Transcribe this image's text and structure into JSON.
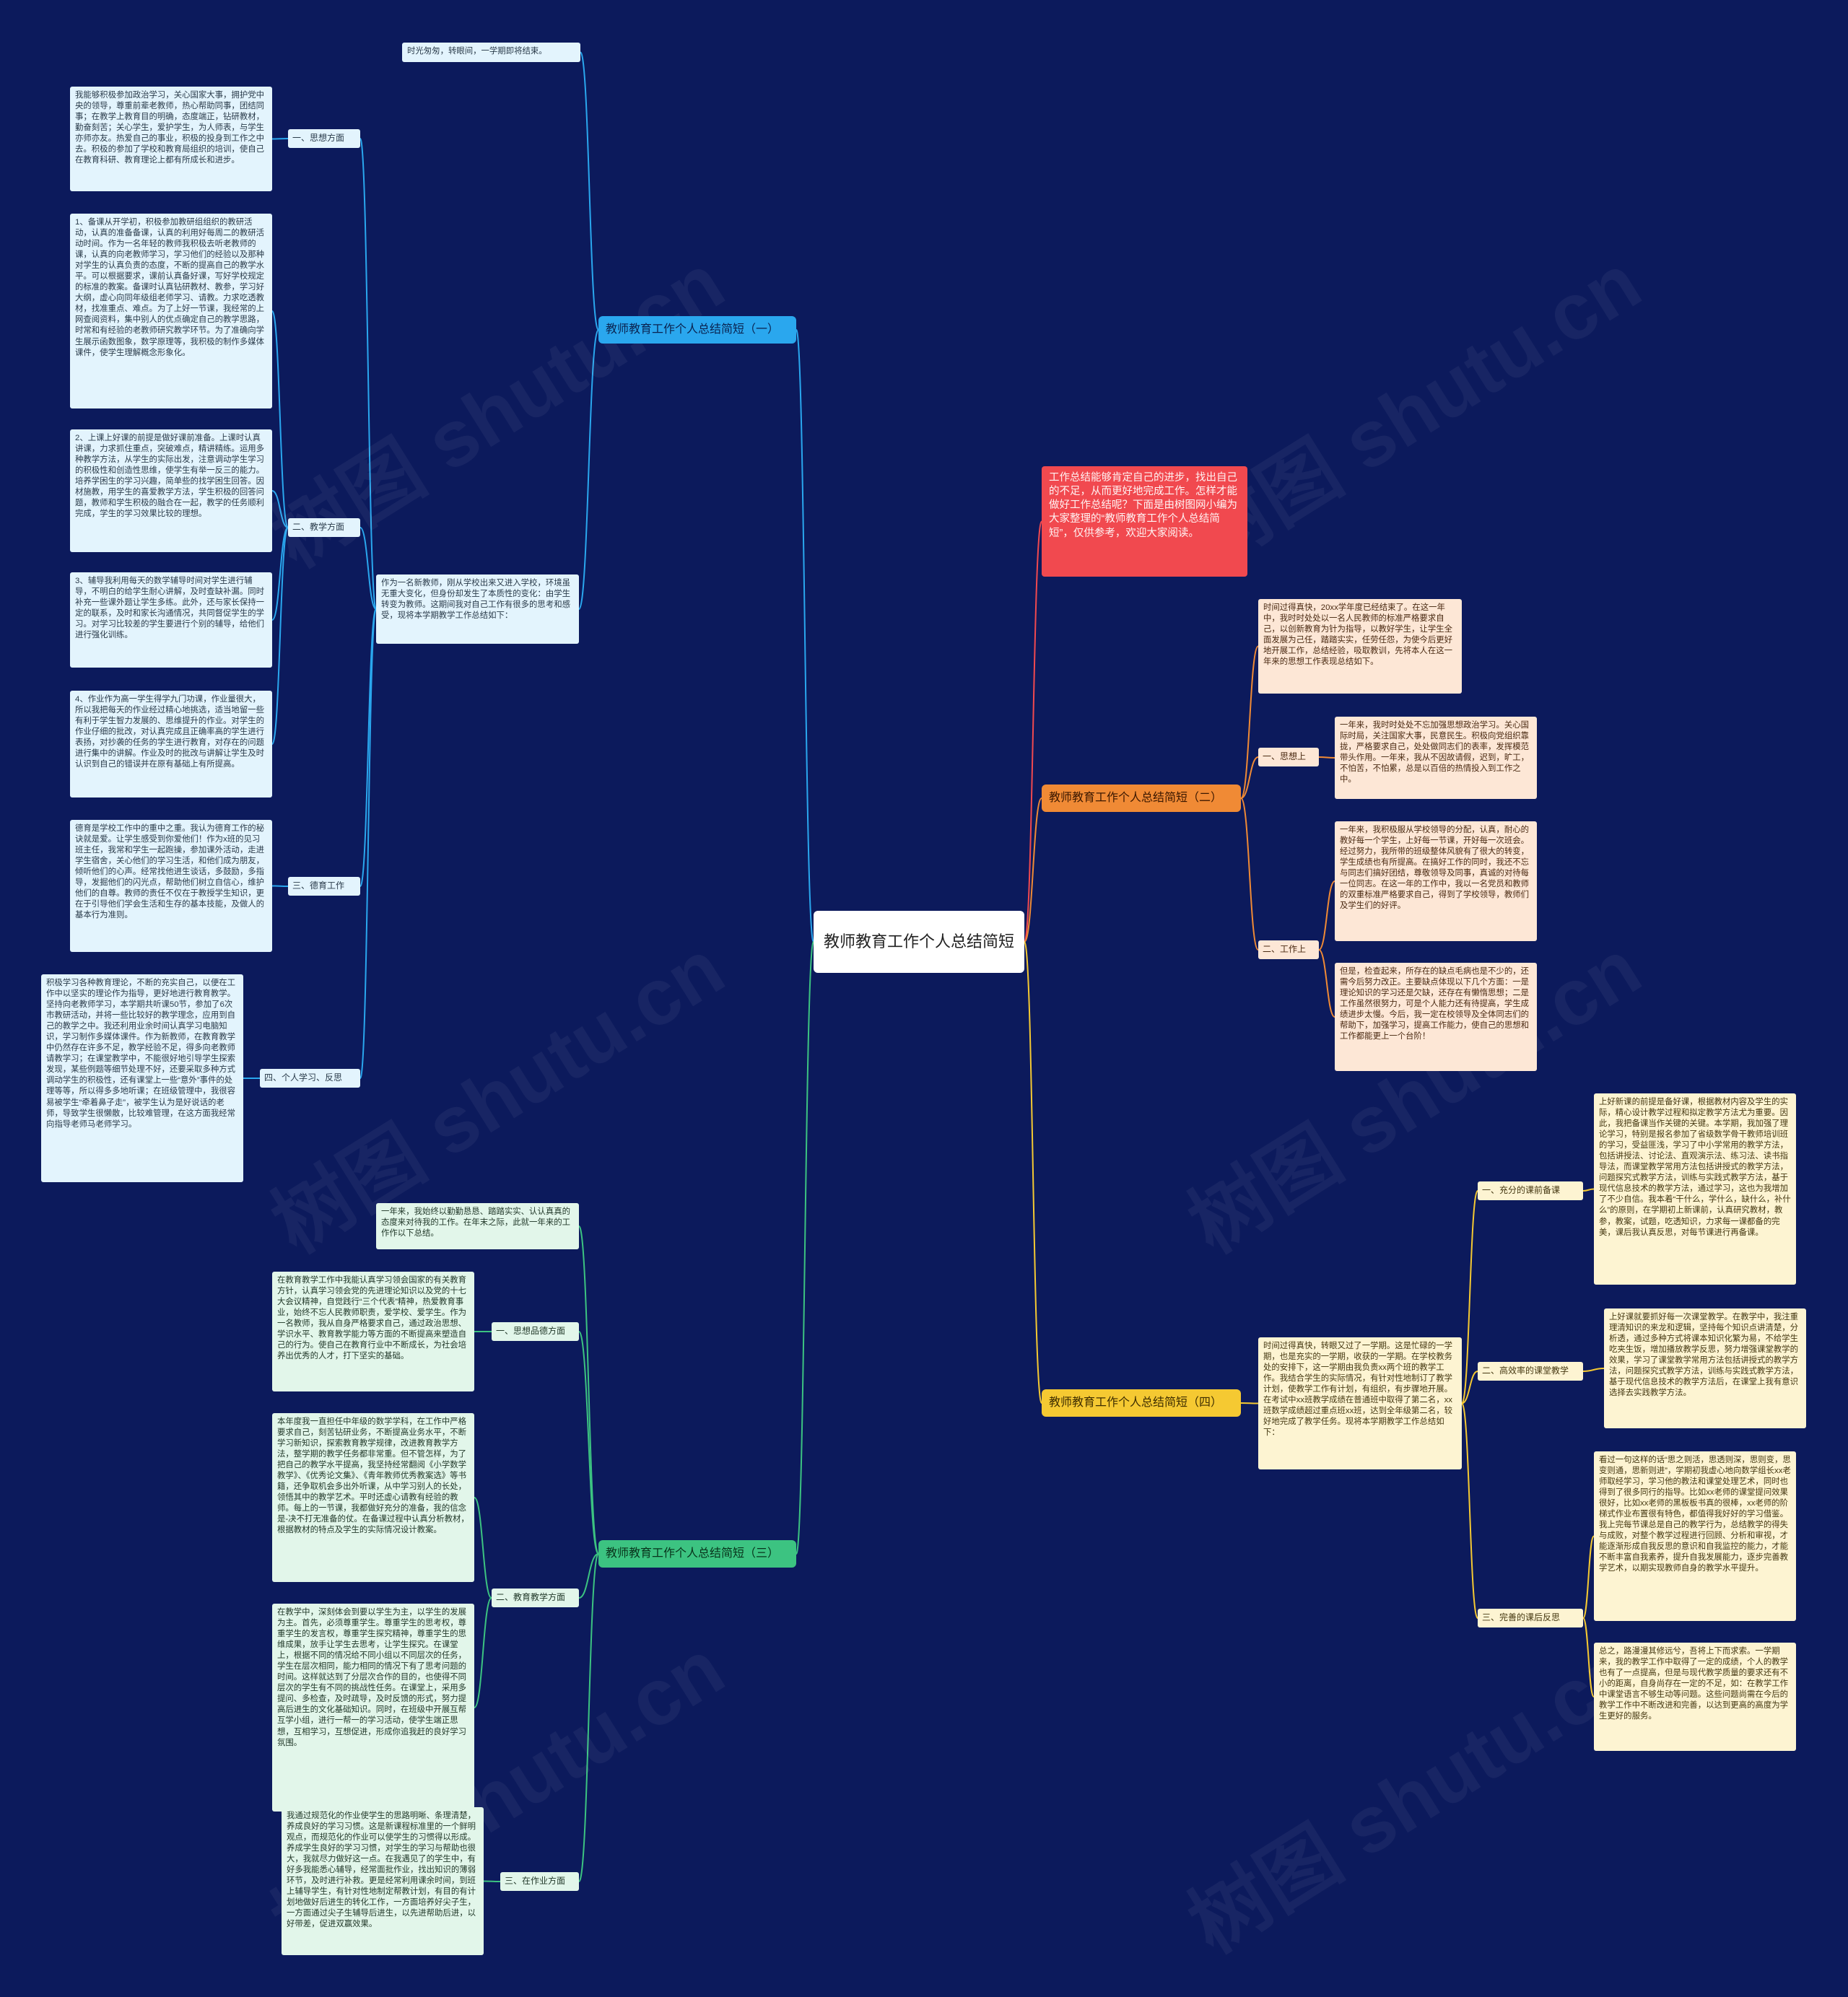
{
  "root": "教师教育工作个人总结简短",
  "intro": "工作总结能够肯定自己的进步，找出自己的不足，从而更好地完成工作。怎样才能做好工作总结呢？下面是由树图网小编为大家整理的“教师教育工作个人总结简短”，仅供参考，欢迎大家阅读。",
  "watermark": "树图 shutu.cn",
  "colors": {
    "background": "#0c1a5c",
    "branch1": "#2aa7ee",
    "branch2": "#f08a35",
    "branch3": "#3cc381",
    "branch4": "#f5c932",
    "intro": "#f1494f"
  },
  "branch1": {
    "title": "教师教育工作个人总结简短（一）",
    "opening": "时光匆匆，转眼间，一学期即将结束。",
    "summary": "作为一名新教师，刚从学校出来又进入学校，环境虽无重大变化，但身份却发生了本质性的变化：由学生转变为教师。这期间我对自己工作有很多的思考和感受，现将本学期教学工作总结如下：",
    "sections": [
      {
        "label": "一、思想方面",
        "items": [
          "我能够积极参加政治学习，关心国家大事，拥护党中央的领导，尊重前辈老教师，热心帮助同事，团结同事；在教学上教育目的明确，态度端正，钻研教材，勤奋刻苦；关心学生，爱护学生，为人师表，与学生亦师亦友。热爱自己的事业，积极的投身到工作之中去。积极的参加了学校和教育局组织的培训，使自己在教育科研、教育理论上都有所成长和进步。"
        ]
      },
      {
        "label": "二、教学方面",
        "items": [
          "1、备课从开学初，积极参加教研组组织的教研活动，认真的准备备课，认真的利用好每周二的教研活动时间。作为一名年轻的教师我积极去听老教师的课，认真的向老教师学习，学习他们的经验以及那种对学生的认真负责的态度，不断的提高自己的教学水平。可以根据要求，课前认真备好课，写好学校规定的标准的教案。备课时认真钻研教材、教参，学习好大纲，虚心向同年级组老师学习、请教。力求吃透教材，找准重点、难点。为了上好一节课，我经常的上网查阅资料，集中别人的优点确定自己的教学思路，时常和有经验的老教师研究教学环节。为了准确向学生展示函数图象，数学原理等，我积极的制作多媒体课件，使学生理解概念形象化。",
          "2、上课上好课的前提是做好课前准备。上课时认真讲课，力求抓住重点，突破难点，精讲精练。运用多种教学方法，从学生的实际出发，注意调动学生学习的积极性和创造性思维，使学生有举一反三的能力。培养学困生的学习兴趣，简单些的找学困生回答。因材施教，用学生的喜爱教学方法，学生积极的回答问题，教师和学生积极的融合在一起，教学的任务顺利完成，学生的学习效果比较的理想。",
          "3、辅导我利用每天的数学辅导时间对学生进行辅导，不明白的给学生耐心讲解，及时查缺补漏。同时补充一些课外题让学生多练。此外，还与家长保持一定的联系，及时和家长沟通情况，共同督促学生的学习。对学习比较差的学生要进行个别的辅导，给他们进行强化训练。",
          "4、作业作为高一学生得学九门功课，作业量很大，所以我把每天的作业经过精心地挑选，适当地留一些有利于学生智力发展的、思维提升的作业。对学生的作业仔细的批改，对认真完成且正确率高的学生进行表扬，对抄袭的任务的学生进行教育，对存在的问题进行集中的讲解。作业及时的批改与讲解让学生及时认识到自己的错误并在原有基础上有所提高。"
        ]
      },
      {
        "label": "三、德育工作",
        "items": [
          "德育是学校工作中的重中之重。我认为德育工作的秘诀就是爱。让学生感受到你爱他们！作为x班的见习班主任，我常和学生一起跑操，参加课外活动，走进学生宿舍，关心他们的学习生活，和他们成为朋友，倾听他们的心声。经常找他进生谈话，多鼓励，多指导，发掘他们的闪光点，帮助他们树立自信心，维护他们的自尊。教师的责任不仅在于教授学生知识，更在于引导他们学会生活和生存的基本技能，及做人的基本行为准则。"
        ]
      },
      {
        "label": "四、个人学习、反思",
        "items": [
          "积极学习各种教育理论，不断的充实自己，以便在工作中以坚实的理论作为指导，更好地进行教育教学。坚持向老教师学习，本学期共听课50节，参加了6次市教研活动，并将一些比较好的教学理念，应用到自己的教学之中。我还利用业余时间认真学习电脑知识，学习制作多媒体课件。作为新教师，在教育教学中仍然存在许多不足，教学经验不足，得多向老教师请教学习；在课堂教学中，不能很好地引导学生探索发现，某些例题等细节处理不好，还要采取多种方式调动学生的积极性，还有课堂上一些“意外”事件的处理等等，所以得多多地听课；在班级管理中，我很容易被学生“牵着鼻子走”，被学生认为是好说话的老师，导致学生很懒散，比较难管理，在这方面我经常向指导老师马老师学习。"
        ]
      }
    ]
  },
  "branch2": {
    "title": "教师教育工作个人总结简短（二）",
    "opening": "时间过得真快，20xx学年度已经结束了。在这一年中，我时时处处以一名人民教师的标准严格要求自己，以创新教育为针为指导，以教好学生，让学生全面发展为己任，踏踏实实，任劳任怨，为使今后更好地开展工作，总结经验，吸取教训，先将本人在这一年来的思想工作表现总结如下。",
    "sections": [
      {
        "label": "一、思想上",
        "items": [
          "一年来，我时时处处不忘加强思想政治学习。关心国际时局，关注国家大事，民意民生。积极向党组织靠拢，严格要求自己，处处做同志们的表率，发挥模范带头作用。一年来，我从不因故请假，迟到，旷工，不怕苦，不怕累，总是以百倍的热情投入到工作之中。"
        ]
      },
      {
        "label": "二、工作上",
        "items": [
          "一年来，我积极服从学校领导的分配，认真，耐心的教好每一个学生，上好每一节课，开好每一次班会。经过努力，我所带的班级整体风貌有了很大的转变，学生成绩也有所提高。在搞好工作的同时，我还不忘与同志们搞好团结，尊敬领导及同事，真诚的对待每一位同志。在这一年的工作中，我以一名党员和教师的双重标准严格要求自己，得到了学校领导，教师们及学生们的好评。",
          "但是，检查起来，所存在的缺点毛病也是不少的，还需今后努力改正。主要缺点体现以下几个方面：一是理论知识的学习还是欠缺，还存在有懒惰思想；二是工作虽然很努力，可是个人能力还有待提高，学生成绩进步太慢。今后，我一定在校领导及全体同志们的帮助下，加强学习，提高工作能力，使自己的思想和工作都能更上一个台阶！"
        ]
      }
    ]
  },
  "branch3": {
    "title": "教师教育工作个人总结简短（三）",
    "opening": "一年来，我始终以勤勤恳恳、踏踏实实、认认真真的态度来对待我的工作。在年末之际，此就一年来的工作作以下总结。",
    "sections": [
      {
        "label": "一、思想品德方面",
        "items": [
          "在教育教学工作中我能认真学习领会国家的有关教育方针，认真学习领会党的先进理论知识以及党的十七大会议精神，自觉践行“三个代表”精神，热爱教育事业，始终不忘人民教师职责，爱学校、爱学生。作为一名教师，我从自身严格要求自己，通过政治思想、学识水平、教育教学能力等方面的不断提高来塑造自己的行为。使自己在教育行业中不断成长，为社会培养出优秀的人才，打下坚实的基础。"
        ]
      },
      {
        "label": "二、教育教学方面",
        "items": [
          "本年度我一直担任中年级的数学学科，在工作中严格要求自己，刻苦钻研业务，不断提高业务水平，不断学习新知识，探索教育教学规律，改进教育教学方法，整学期的教学任务都非常重。但不管怎样，为了把自己的教学水平提高，我坚持经常翻阅《小学数学教学》、《优秀论文集》、《青年教师优秀教案选》等书籍，还争取机会多出外听课，从中学习别人的长处，领悟其中的教学艺术。平时还虚心请教有经验的教师。每上的一节课，我都做好充分的准备，我的信念是-决不打无准备的仗。在备课过程中认真分析教材，根据教材的特点及学生的实际情况设计教案。",
          "在教学中，深刻体会到要以学生为主，以学生的发展为主。首先，必须尊重学生。尊重学生的思考权，尊重学生的发言权，尊重学生探究精神，尊重学生的思维成果，放手让学生去思考，让学生探究。在课堂上，根据不同的情况给不同小组以不同层次的任务，学生在层次相同，能力相同的情况下有了思考问题的时间。这样就达到了分层次合作的目的，也使得不同层次的学生有不同的挑战性任务。在课堂上，采用多提问、多检查，及时疏导，及时反馈的形式，努力提高后进生的文化基础知识。同时，在班级中开展互帮互学小组，进行一帮一的学习活动，使学生端正思想，互相学习，互想促进，形成你追我赶的良好学习氛围。"
        ]
      },
      {
        "label": "三、在作业方面",
        "items": [
          "我通过规范化的作业使学生的思路明晰、条理清楚，养成良好的学习习惯。这是新课程标准里的一个鲜明观点，而规范化的作业可以使学生的习惯得以形成。养成学生良好的学习习惯，对学生的学习与帮助也很大，我就尽力做好这一点。在我遇见了的学生中，有好多我能悉心辅导，经常面批作业，找出知识的薄弱环节，及时进行补救。更是经常利用课余时间，到班上辅导学生，有针对性地制定帮教计划，有目的有计划地做好后进生的转化工作，一方面培养好尖子生，一方面通过尖子生辅导后进生，以先进帮助后进，以好带差，促进双赢效果。"
        ]
      }
    ]
  },
  "branch4": {
    "title": "教师教育工作个人总结简短（四）",
    "opening": "时间过得真快，转眼又过了一学期。这是忙碌的一学期，也是充实的一学期，收获的一学期。在学校教务处的安排下，这一学期由我负责xx两个班的教学工作。我结合学生的实际情况，有针对性地制订了教学计划，使教学工作有计划，有组织，有步骤地开展。在考试中xx班教学成绩在普通班中取得了第二名，xx班数学成绩超过重点班xx班，达到全年级第二名，较好地完成了教学任务。现将本学期教学工作总结如下：",
    "sections": [
      {
        "label": "一、充分的课前备课",
        "items": [
          "上好新课的前提是备好课，根据教材内容及学生的实际，精心设计教学过程和拟定教学方法尤为重要。因此，我把备课当作关键的关键。本学期，我加强了理论学习，特别是报名参加了省级数学骨干教师培训班的学习，受益匪浅，学习了中小学常用的教学方法，包括讲授法、讨论法、直观演示法、练习法、读书指导法，而课堂教学常用方法包括讲授式的教学方法，问题探究式教学方法，训练与实践式教学方法，基于现代信息技术的教学方法，通过学习，这也为我增加了不少自信。我本着“干什么，学什么，缺什么，补什么”的原则，在学期初上新课前，认真研究教材，教参，教案，试题，吃透知识，力求每一课都备的完美，课后我认真反思，对每节课进行再备课。"
        ]
      },
      {
        "label": "二、高效率的课堂教学",
        "items": [
          "上好课就要抓好每一次课堂教学。在教学中，我注重理清知识的来龙和逻辑，坚持每个知识点讲清楚，分析透，通过多种方式将课本知识化繁为易，不给学生吃夹生饭，增加播放教学反思，努力增强课堂教学的效果，学习了课堂教学常用方法包括讲授式的教学方法，问题探究式教学方法，训练与实践式教学方法，基于现代信息技术的教学方法后，在课堂上我有意识选择去实践教学方法。"
        ]
      },
      {
        "label": "三、完善的课后反思",
        "items": [
          "看过一句这样的话“思之则活，思透则深，思则变，思变则通，思新则进”，学期初我虚心地向数学组长xx老师取经学习，学习他的教法和课堂处理艺术，同时也得到了很多同行的指导。比如xx老师的课堂提问效果很好，比如xx老师的黑板板书真的很棒，xx老师的阶梯式作业布置很有特色，都值得我好好的学习借鉴。我上完每节课总是自己的教学行为，总结教学的得失与成败，对整个教学过程进行回顾、分析和审视，才能逐渐形成自我反思的意识和自我监控的能力，才能不断丰富自我素养，提升自我发展能力，逐步完善教学艺术，以期实现教师自身的教学水平提升。",
          "总之，路漫漫其修远兮，吾将上下而求索。一学期来，我的教学工作中取得了一定的成绩，个人的教学也有了一点提高，但是与现代教学质量的要求还有不小的距离，自身尚存在一定的不足，如：在教学工作中课堂语言不够生动等问题。这些问题尚需在今后的教学工作中不断改进和完善，以达到更高的高度为学生更好的服务。"
        ]
      }
    ]
  }
}
